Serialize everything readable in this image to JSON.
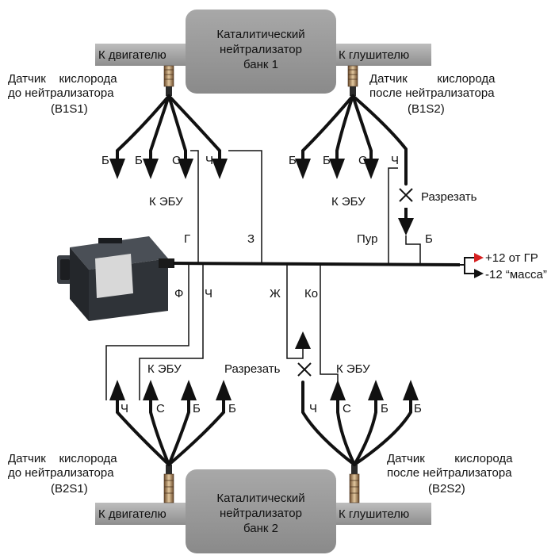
{
  "converters": {
    "bank1": {
      "line1": "Каталитический",
      "line2": "нейтрализатор",
      "line3": "банк 1"
    },
    "bank2": {
      "line1": "Каталитический",
      "line2": "нейтрализатор",
      "line3": "банк 2"
    }
  },
  "pipes": {
    "to_engine": "К двигателю",
    "to_muffler": "К глушителю"
  },
  "sensors": {
    "b1s1": {
      "line1": "Датчик    кислорода",
      "line2": "до нейтрализатора",
      "line3": "(B1S1)"
    },
    "b1s2": {
      "line1": "Датчик         кислорода",
      "line2": "после нейтрализатора",
      "line3": "(B1S2)"
    },
    "b2s1": {
      "line1": "Датчик    кислорода",
      "line2": "до нейтрализатора",
      "line3": "(B2S1)"
    },
    "b2s2": {
      "line1": "Датчик         кислорода",
      "line2": "после нейтрализатора",
      "line3": "(B2S2)"
    }
  },
  "wires": {
    "b1s1": [
      "Б",
      "Б",
      "С",
      "Ч"
    ],
    "b1s2": [
      "Б",
      "Б",
      "С",
      "Ч"
    ],
    "b2s1": [
      "Ч",
      "С",
      "Б",
      "Б"
    ],
    "b2s2": [
      "Ч",
      "С",
      "Б",
      "Б"
    ]
  },
  "labels": {
    "to_ecu": "К ЭБУ",
    "cut": "Разрезать",
    "g": "Г",
    "z": "З",
    "pur": "Пур",
    "b": "Б",
    "f": "Ф",
    "ch": "Ч",
    "zh": "Ж",
    "ko": "Ко"
  },
  "power": {
    "plus": "+12 от ГР",
    "minus": "-12 “масса”"
  },
  "colors": {
    "wire": "#111111",
    "converter": "#9a9a9a",
    "pipe": "#a6a6a6",
    "device": "#2a2e33",
    "power_arrow": "#d62020"
  }
}
